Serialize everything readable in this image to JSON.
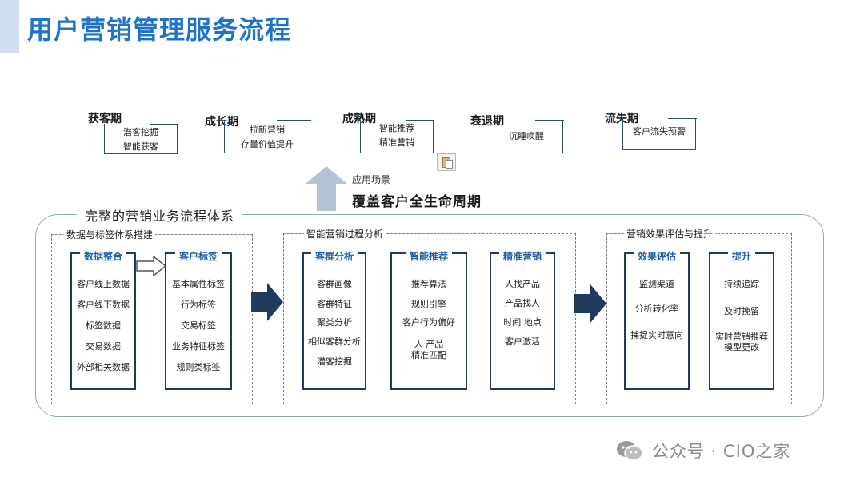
{
  "title": "用户营销管理服务流程",
  "stages": [
    {
      "label": "获客期",
      "items": [
        "潜客挖掘",
        "智能获客"
      ]
    },
    {
      "label": "成长期",
      "items": [
        "拉新营销",
        "存量价值提升"
      ]
    },
    {
      "label": "成熟期",
      "items": [
        "智能推荐",
        "精准营销"
      ]
    },
    {
      "label": "衰退期",
      "items": [
        "沉睡唤醒"
      ]
    },
    {
      "label": "流失期",
      "items": [
        "客户流失预警"
      ]
    }
  ],
  "scene_label": "应用场景",
  "cover_label": "覆盖客户全生命周期",
  "framework": {
    "title": "完整的营销业务流程体系",
    "sections": [
      {
        "title": "数据与标签体系搭建",
        "columns": [
          {
            "title": "数据整合",
            "items": [
              "客户线上数据",
              "客户线下数据",
              "标签数据",
              "交易数据",
              "外部相关数据"
            ]
          },
          {
            "title": "客户标签",
            "items": [
              "基本属性标签",
              "行为标签",
              "交易标签",
              "业务特征标签",
              "规则类标签"
            ]
          }
        ]
      },
      {
        "title": "智能营销过程分析",
        "columns": [
          {
            "title": "客群分析",
            "items": [
              "客群画像",
              "客群特征",
              "聚类分析",
              "相似客群分析",
              "潜客挖掘"
            ]
          },
          {
            "title": "智能推荐",
            "items": [
              "推荐算法",
              "规则引擎",
              "客户行为偏好",
              "人 产品",
              "精准匹配"
            ]
          },
          {
            "title": "精准营销",
            "items": [
              "人找产品",
              "产品找人",
              "时间 地点",
              "客户激活"
            ]
          }
        ]
      },
      {
        "title": "营销效果评估与提升",
        "columns": [
          {
            "title": "效果评估",
            "items": [
              "监测渠道",
              "分析转化率",
              "捕捉实时意向"
            ]
          },
          {
            "title": "提升",
            "items": [
              "持续追踪",
              "及时挽留",
              "实时营销推荐",
              "模型更改"
            ]
          }
        ]
      }
    ]
  },
  "watermark": {
    "text": "公众号 · CIO之家",
    "icon": "wechat-icon"
  },
  "colors": {
    "title": "#1f74c9",
    "column_title": "#1f5fa8",
    "dark_arrow": "#1f3a5c",
    "up_arrow": "#b4c3d6"
  }
}
